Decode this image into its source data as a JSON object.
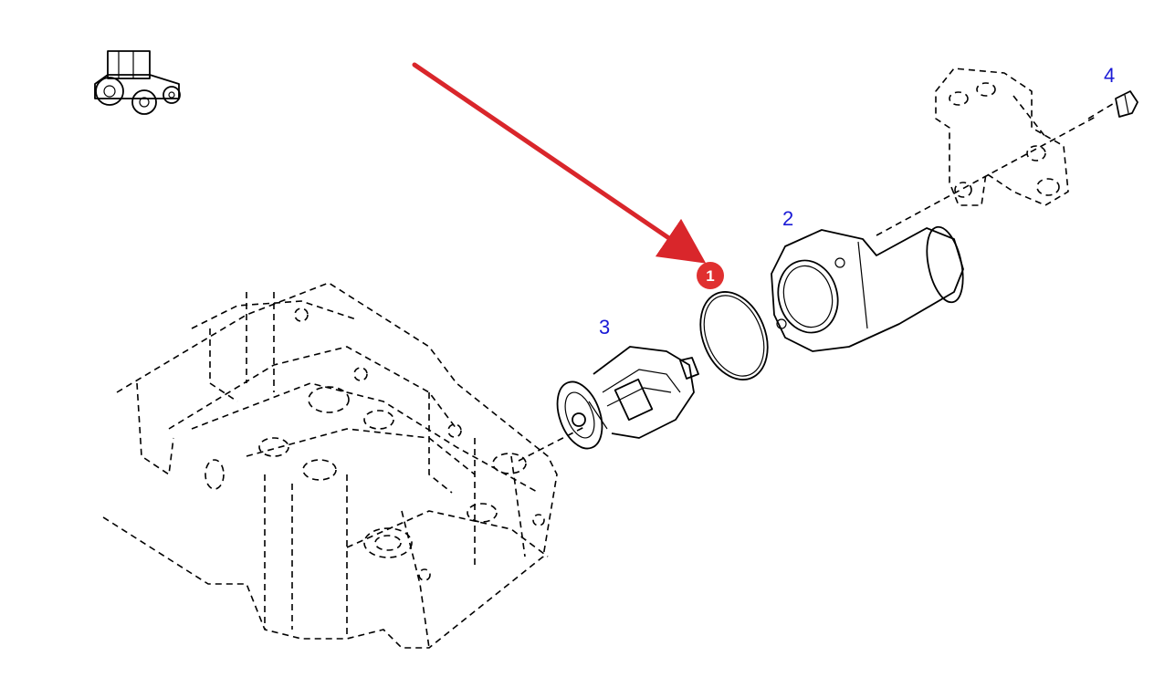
{
  "diagram": {
    "callouts": [
      {
        "id": "part-2",
        "label": "2"
      },
      {
        "id": "part-3",
        "label": "3"
      },
      {
        "id": "part-4",
        "label": "4"
      }
    ],
    "highlight": {
      "label": "1"
    }
  },
  "colors": {
    "callout_text": "#1a1ad6",
    "highlight_red": "#e03030",
    "arrow_red": "#d9262b",
    "line": "#000000",
    "background": "#ffffff"
  },
  "icons": {
    "vehicle": "tractor-icon"
  }
}
